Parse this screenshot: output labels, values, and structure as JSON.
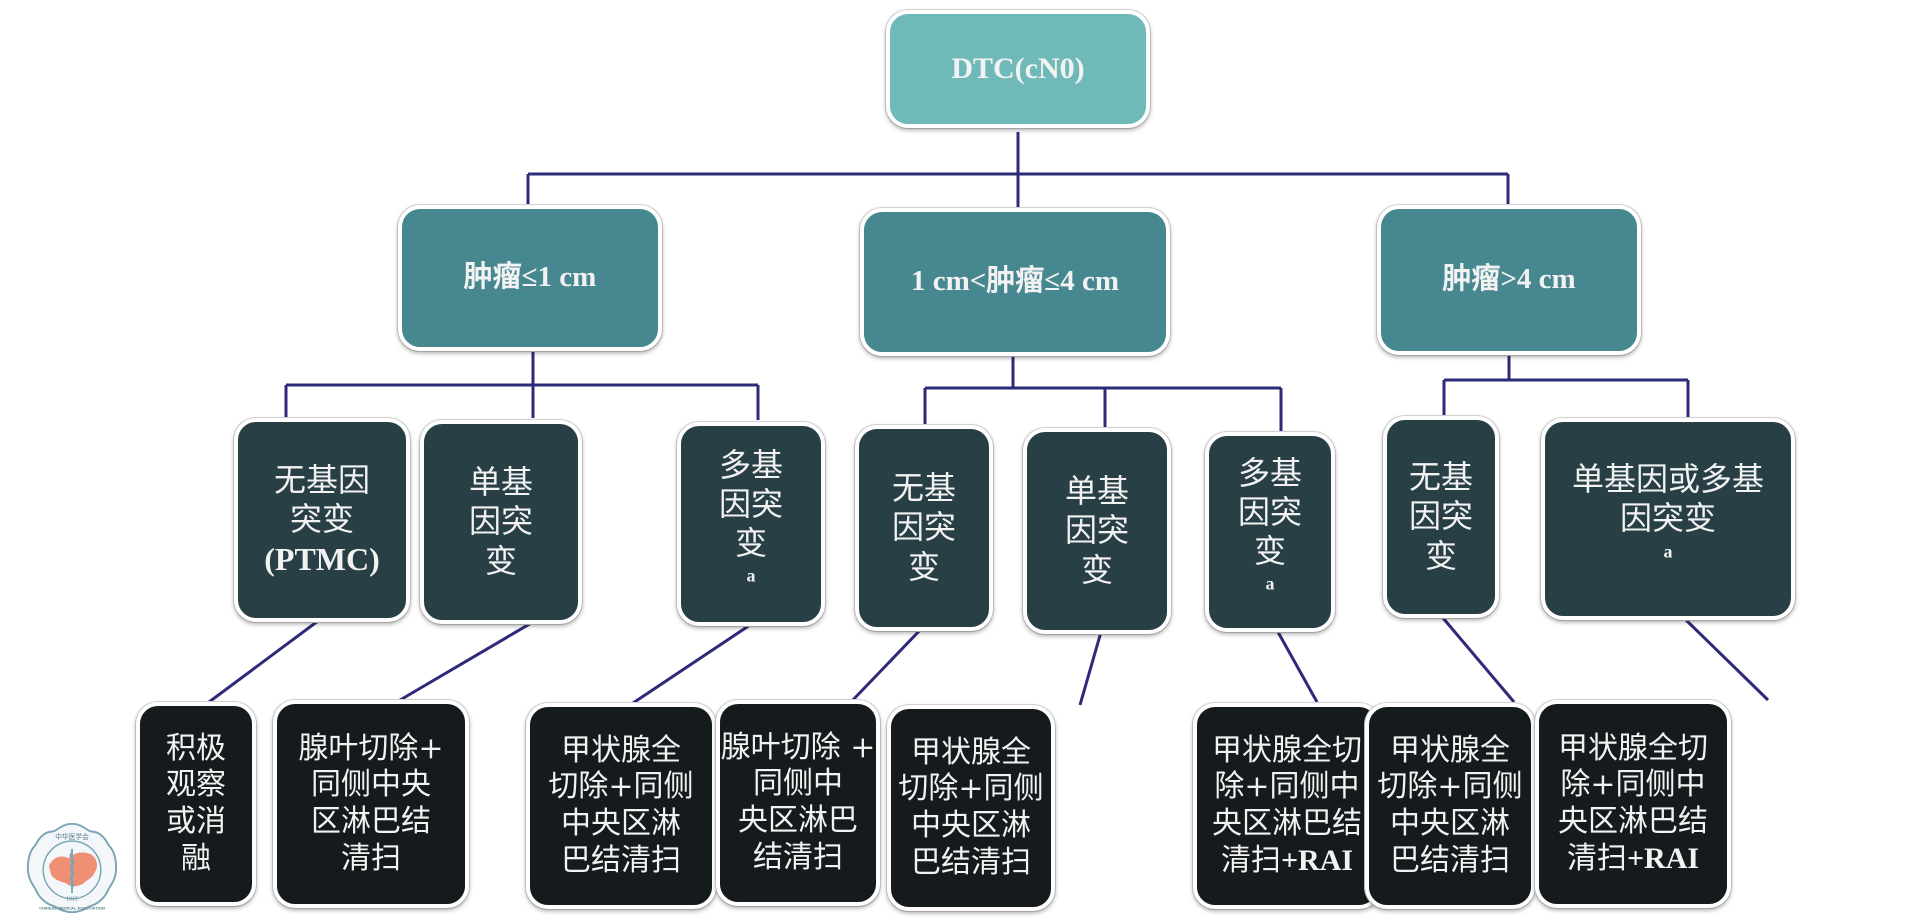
{
  "root": {
    "label": "DTC(cN0)"
  },
  "size_groups": [
    {
      "label": "肿瘤≤1 cm",
      "branches": [
        {
          "mutation": "无基因\n突变\n(PTMC)",
          "mark": "",
          "treatment": "积极\n观察\n或消\n融"
        },
        {
          "mutation": "单基\n因突\n变",
          "mark": "",
          "treatment": "腺叶切除+\n同侧中央\n区淋巴结\n清扫"
        },
        {
          "mutation": "多基\n因突\n变",
          "mark": "a",
          "treatment": "甲状腺全\n切除+同侧\n中央区淋\n巴结清扫"
        }
      ]
    },
    {
      "label": "1 cm<肿瘤≤4 cm",
      "branches": [
        {
          "mutation": "无基\n因突\n变",
          "mark": "",
          "treatment": "腺叶切除 +\n同侧中\n央区淋巴\n结清扫"
        },
        {
          "mutation": "单基\n因突\n变",
          "mark": "",
          "treatment": "甲状腺全\n切除+同侧\n中央区淋\n巴结清扫"
        },
        {
          "mutation": "多基\n因突\n变",
          "mark": "a",
          "treatment": "甲状腺全切\n除+同侧中\n央区淋巴结\n清扫+RAI"
        }
      ]
    },
    {
      "label": "肿瘤>4 cm",
      "branches": [
        {
          "mutation": "无基\n因突\n变",
          "mark": "",
          "treatment": "甲状腺全\n切除+同侧\n中央区淋\n巴结清扫"
        },
        {
          "mutation": "单基因或多基\n因突变",
          "mark": "a",
          "treatment": "甲状腺全切\n除+同侧中\n央区淋巴结\n清扫+RAI"
        }
      ]
    }
  ],
  "logo": {
    "text_cn": "中华医学会",
    "text_en": "CHINESE MEDICAL ASSOCIATION",
    "year": "1915"
  },
  "colors": {
    "root_fill": "#6fbab8",
    "size_fill": "#478890",
    "mutation_fill": "#283f46",
    "treatment_fill": "#151b1d",
    "connector": "#2e2a7a",
    "logo_map": "#ef8f73",
    "logo_ring": "#7aa6b5"
  }
}
